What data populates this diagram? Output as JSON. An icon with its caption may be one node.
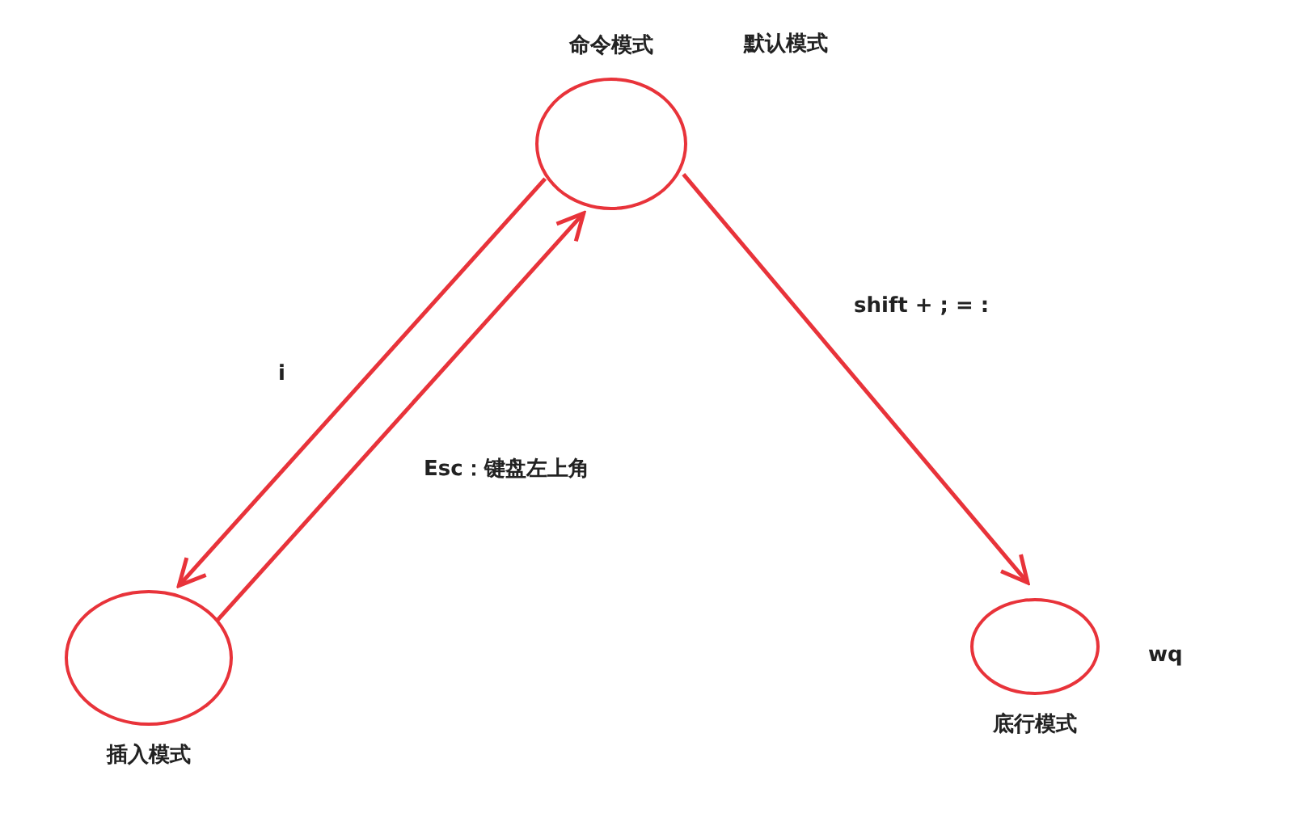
{
  "diagram": {
    "nodes": [
      {
        "text": [
          "命令模式"
        ],
        "beside": [
          "默认模式"
        ]
      },
      {
        "text": [
          "插入模式"
        ]
      },
      {
        "text": [
          "底行模式"
        ],
        "beside": [
          "wq"
        ]
      }
    ],
    "edges": [
      {
        "from": 0,
        "to": 1,
        "arrow": "to",
        "label": "i"
      },
      {
        "from": 1,
        "to": 0,
        "arrow": "to",
        "label": "Esc：键盘左上角"
      },
      {
        "from": 0,
        "to": 2,
        "arrow": "to",
        "label": "shift + ; = :"
      }
    ]
  }
}
